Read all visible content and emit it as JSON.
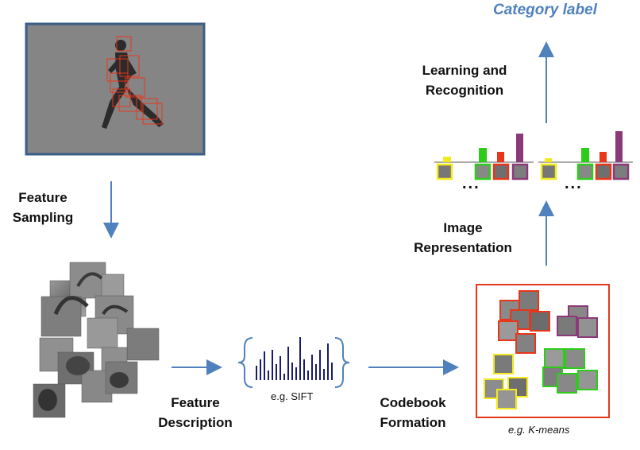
{
  "labels": {
    "category": "Category label",
    "learning": [
      "Learning and",
      "Recognition"
    ],
    "image_rep": [
      "Image",
      "Representation"
    ],
    "feature_sampling": [
      "Feature",
      "Sampling"
    ],
    "feature_description": [
      "Feature",
      "Description"
    ],
    "codebook_formation": [
      "Codebook",
      "Formation"
    ],
    "sift_note": "e.g. SIFT",
    "kmeans_note": "e.g. K-means",
    "ellipsis": "..."
  },
  "colors": {
    "arrow": "#4f81bd",
    "frame_border": "#3b5f8a",
    "codebook_border": "#e8361a",
    "red": "#e8361a",
    "green": "#2ecc1a",
    "yellow": "#f2ea1e",
    "purple": "#8b3a79",
    "category_text": "#4f81bd"
  },
  "icons": [
    "arrow-down-icon",
    "arrow-right-icon",
    "arrow-up-icon",
    "sift-histogram-icon",
    "brace-icon"
  ]
}
